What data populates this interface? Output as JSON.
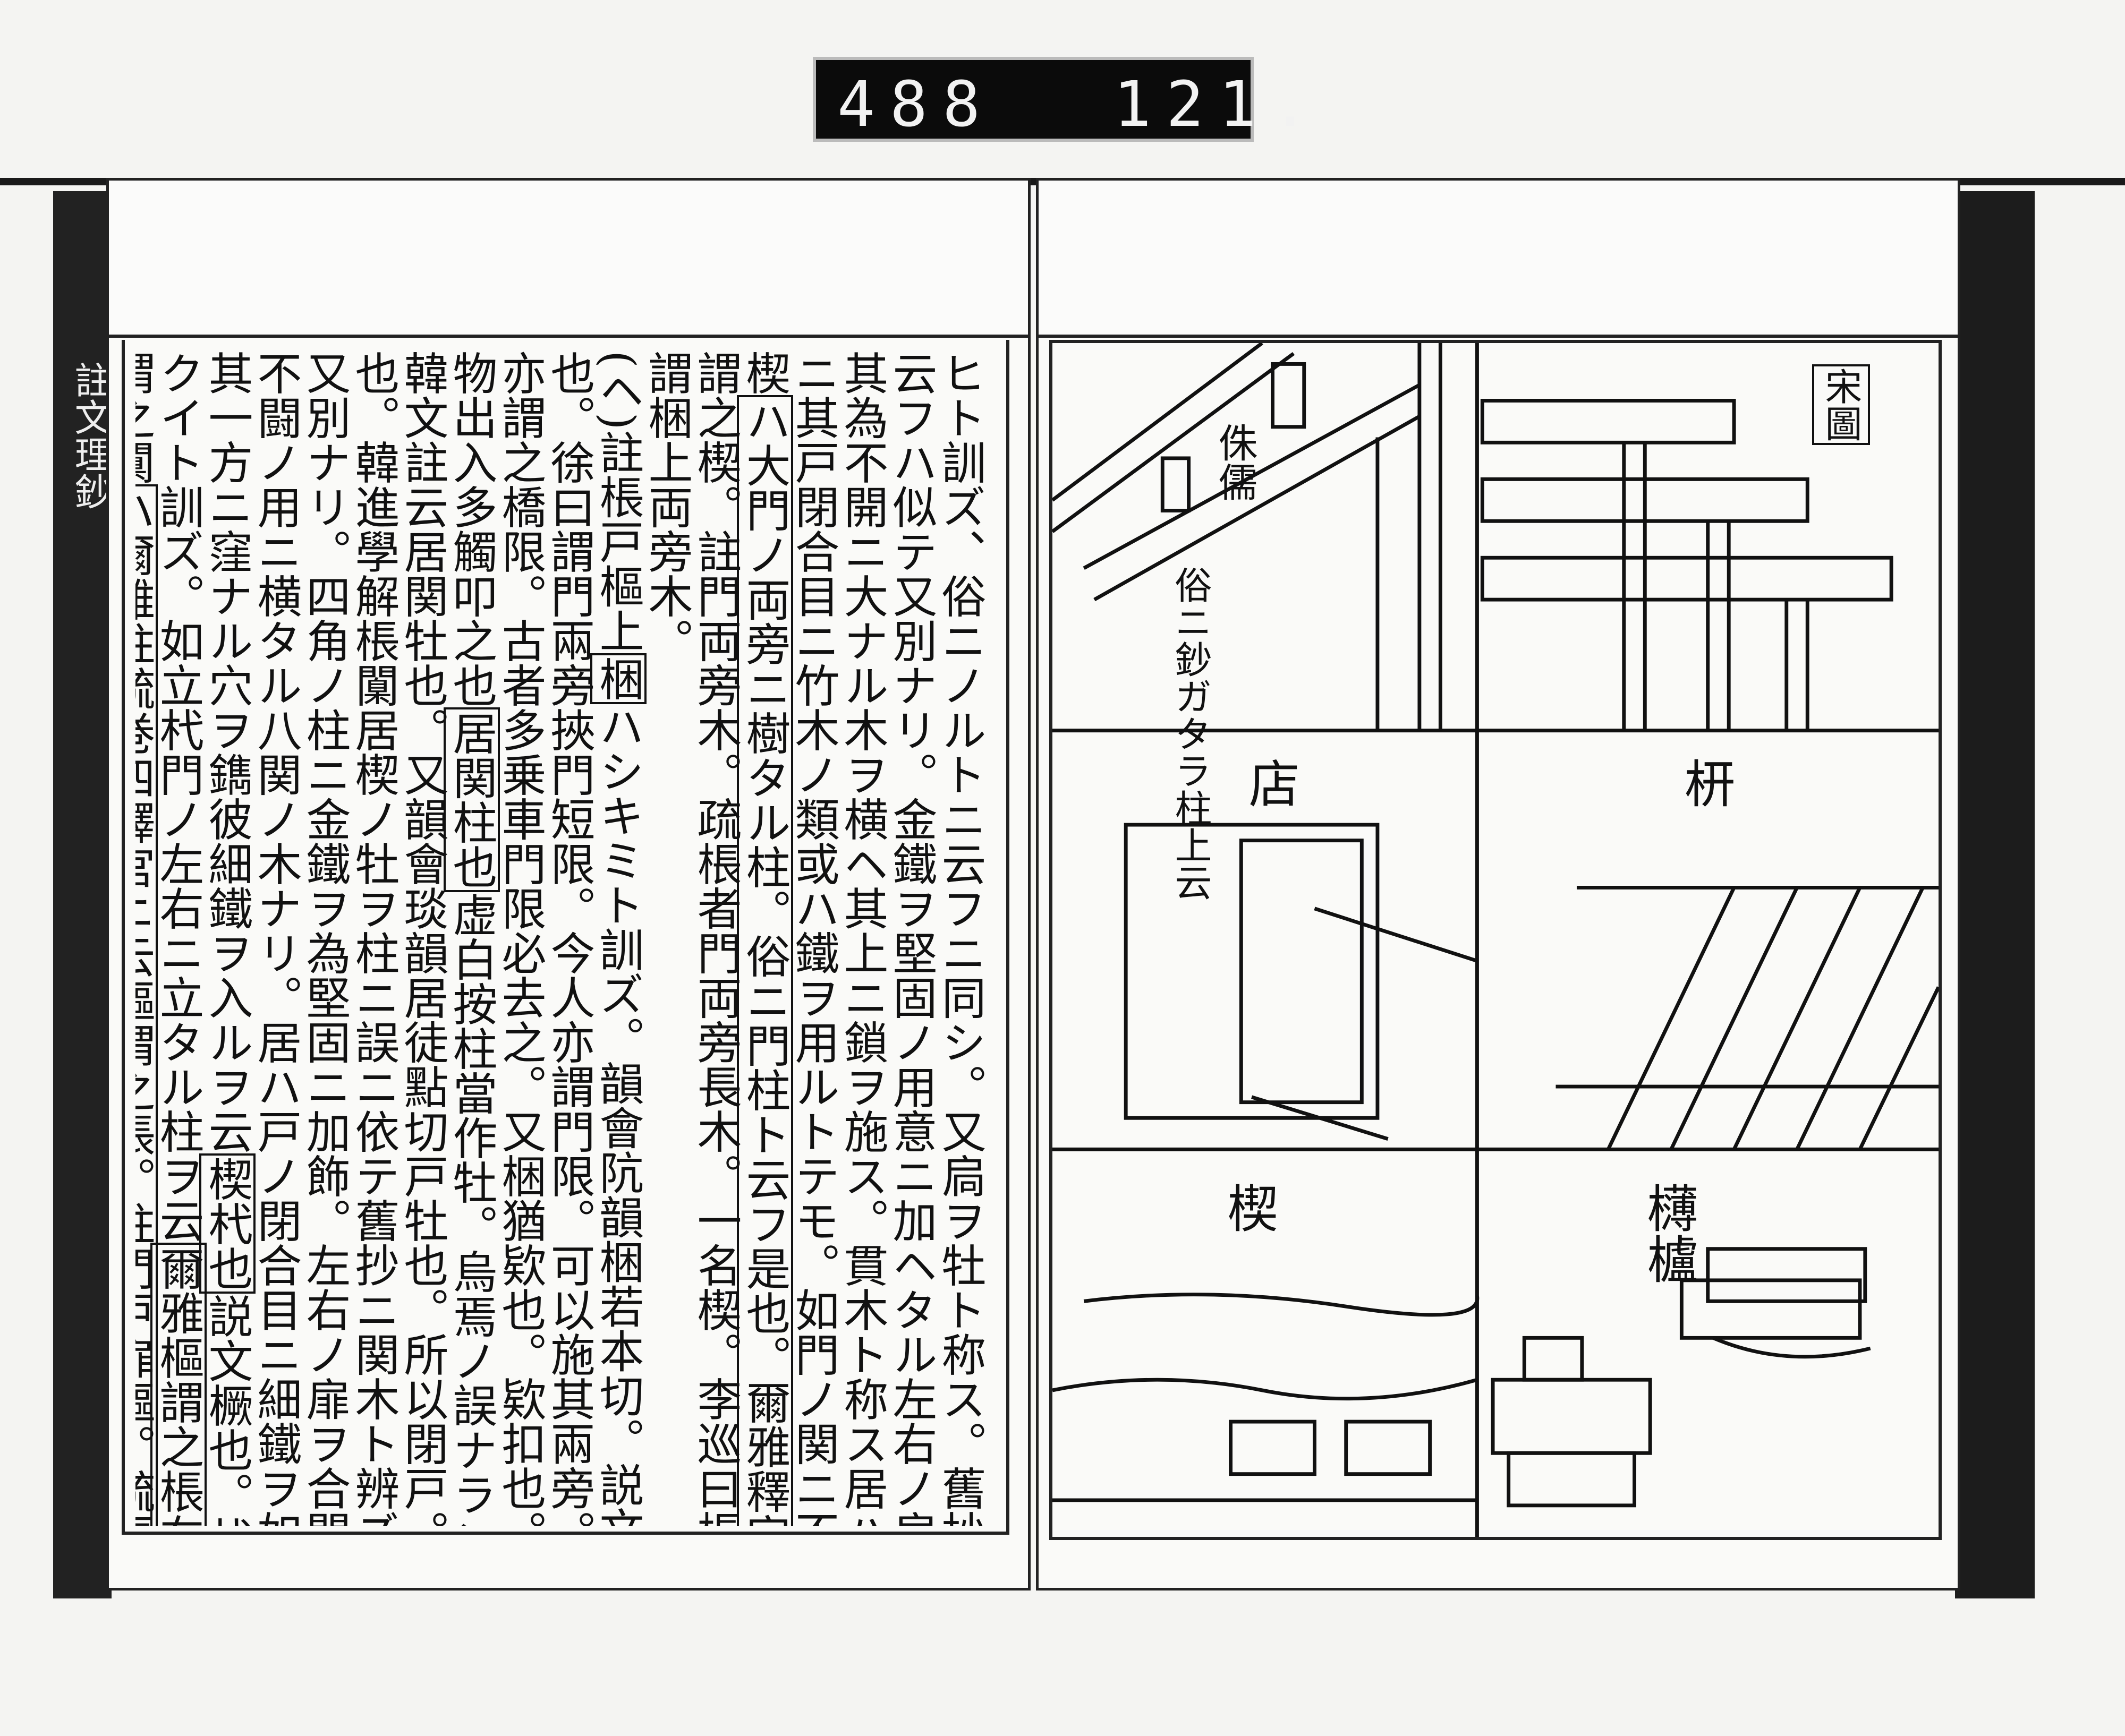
{
  "catalog_plate": {
    "left": "488",
    "right": "121."
  },
  "left_page": {
    "margin_title": "註文理鈔",
    "columns": [
      "ヒト訓ズ、俗ニノルトニ云フニ同シ。又扃ヲ牡ト称ス。舊抄ニ関ノ木ト",
      "云フハ似テ又別ナリ。金鐵ヲ堅固ノ用意ニ加ヘタル左右ノ扉ヲ合セ",
      "其為不開ニ大ナル木ヲ横ヘ其上ニ鎖ヲ施ス。貫木ト称ス居ハ纔ニ",
      "ニ其戸閉合目ニ竹木ノ類或ハ鐵ヲ用ルトテモ。如門ノ関ニ不丁寧",
      "楔|ハ大門ノ両旁ニ樹タル柱。俗ニ門柱ト云フ是也。爾雅釋宮棖",
      "謂之楔。註門両旁木。疏棖者門両旁長木。一名楔。李巡曰棖者",
      "謂梱上両旁木。",
      "(ヘ)註棖戸樞上|梱|ハシキミト訓ズ。韻會阬韻梱若本切。説文門橛",
      "也。徐曰謂門兩旁挾門短限。今人亦謂門限。可以施其兩旁。故",
      "亦謂之橋限。古者多乗車門限必去之。又梱猶欵也。欵扣也。人",
      "物出入多觸叩之也|居関柱也|虚白按柱當作牡。烏焉ノ誤ナラン。",
      "韓文註云居関牡也。又韻會琰韻居徒點切戸牡也。所以閉戸。",
      "也。韓進學解棖闑居楔ノ牡ヲ柱ニ誤ニ依テ舊抄ニ関木ト辨ズ似テ",
      "又別ナリ。四角ノ柱ニ金鐵ヲ為堅固ニ加飾。左右ノ扉ヲ合闘テ其",
      "不闘ノ用ニ横タル八関ノ木ナリ。居ハ戸ノ閉合目ニ細鐵ヲ如纔ニ些",
      "其一方ニ窪ナル穴ヲ鐫彼細鐵ヲ入ルヲ云|楔杙也|説文橛也。杙ハ",
      "クイト訓ズ。如立杙門ノ左右ニ立タル柱ヲ云|爾雅樞謂之棖在地",
      "謂之闑|ハ爾雅註疏巻四釋宮ニ云樞謂之棖。註門戸扉樞。疏棖"
    ]
  },
  "right_page": {
    "caption": "宋圖",
    "labels": {
      "zhuru": "侏儒",
      "zhuru_note": "俗ニ鈔ガタラ柱上云",
      "dian": "店",
      "ji": "枅",
      "xie": "楔",
      "bolu": "欂櫨"
    }
  }
}
